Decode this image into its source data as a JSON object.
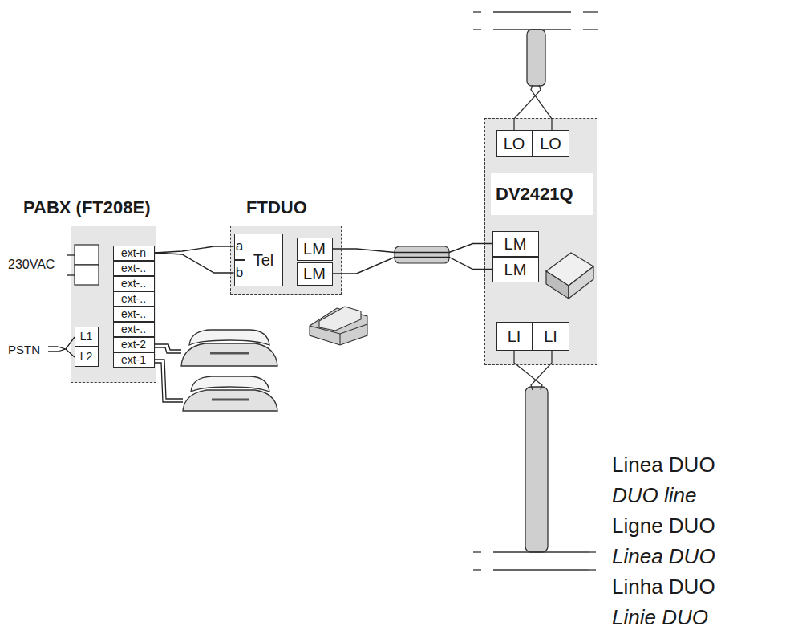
{
  "diagram": {
    "nodes": [
      {
        "text": [
          "PABX (FT208E)"
        ]
      },
      {
        "text": [
          "ext-n"
        ],
        "in": 0
      },
      {
        "text": [
          "ext-.."
        ],
        "in": 0
      },
      {
        "text": [
          "ext-.."
        ],
        "in": 0
      },
      {
        "text": [
          "ext-.."
        ],
        "in": 0
      },
      {
        "text": [
          "ext-.."
        ],
        "in": 0
      },
      {
        "text": [
          "ext-.."
        ],
        "in": 0
      },
      {
        "text": [
          "ext-2"
        ],
        "in": 0
      },
      {
        "text": [
          "ext-1"
        ],
        "in": 0
      },
      {
        "text": [
          "L1"
        ],
        "in": 0
      },
      {
        "text": [
          "L2"
        ],
        "in": 0
      },
      {
        "text": [
          "FTDUO"
        ]
      },
      {
        "text": [
          "a"
        ],
        "in": 11
      },
      {
        "text": [
          "b"
        ],
        "in": 11
      },
      {
        "text": [
          "Tel"
        ],
        "in": 11
      },
      {
        "text": [
          "LM"
        ],
        "in": 11
      },
      {
        "text": [
          "LM"
        ],
        "in": 11
      },
      {
        "text": [
          "DV2421Q"
        ]
      },
      {
        "text": [
          "LO"
        ],
        "in": 17
      },
      {
        "text": [
          "LO"
        ],
        "in": 17
      },
      {
        "text": [
          "LM"
        ],
        "in": 17
      },
      {
        "text": [
          "LM"
        ],
        "in": 17
      },
      {
        "text": [
          "LI"
        ],
        "in": 17
      },
      {
        "text": [
          "LI"
        ],
        "in": 17
      }
    ],
    "edges": [
      {
        "from": 1,
        "to": 12,
        "arrow": "none"
      },
      {
        "from": 1,
        "to": 13,
        "arrow": "none"
      },
      {
        "from": 15,
        "to": 20,
        "arrow": "none"
      },
      {
        "from": 16,
        "to": 21,
        "arrow": "none"
      }
    ],
    "labels": [
      "230VAC",
      "PSTN",
      "Linea DUO",
      "DUO line",
      "Ligne DUO",
      "Linea DUO",
      "Linha DUO",
      "Linie DUO"
    ]
  }
}
